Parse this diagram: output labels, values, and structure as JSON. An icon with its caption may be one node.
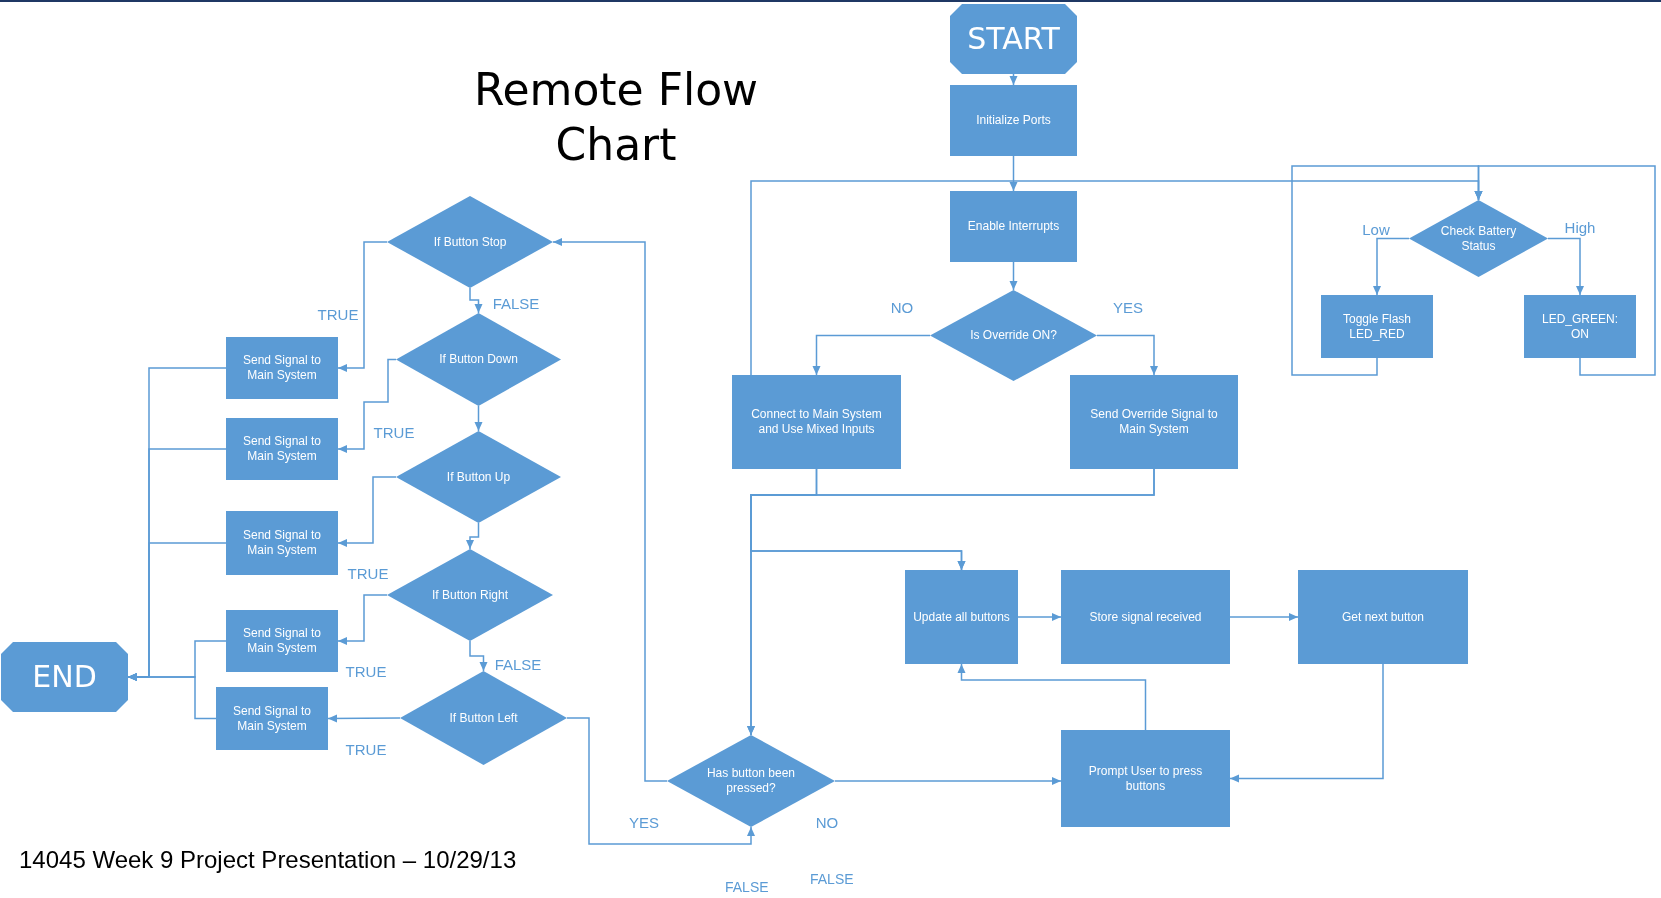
{
  "diagram": {
    "title": "Remote Flow Chart",
    "nodes": [
      {
        "text": [
          "START"
        ]
      },
      {
        "text": [
          "Initialize Ports"
        ]
      },
      {
        "text": [
          "Enable Interrupts"
        ]
      },
      {
        "text": [
          "Is Override ON?"
        ]
      },
      {
        "text": [
          "Connect to Main System and Use Mixed Inputs"
        ]
      },
      {
        "text": [
          "Send Override Signal to Main System"
        ]
      },
      {
        "text": [
          "Check Battery Status"
        ]
      },
      {
        "text": [
          "Toggle Flash LED_RED"
        ]
      },
      {
        "text": [
          "LED_GREEN: ON"
        ]
      },
      {
        "text": [
          "If Button Stop"
        ]
      },
      {
        "text": [
          "If Button Down"
        ]
      },
      {
        "text": [
          "If Button Up"
        ]
      },
      {
        "text": [
          "If Button Right"
        ]
      },
      {
        "text": [
          "If Button Left"
        ]
      },
      {
        "text": [
          "Send Signal to Main System"
        ]
      },
      {
        "text": [
          "Send Signal to Main System"
        ]
      },
      {
        "text": [
          "Send Signal to Main System"
        ]
      },
      {
        "text": [
          "Send Signal to Main System"
        ]
      },
      {
        "text": [
          "Send Signal to Main System"
        ]
      },
      {
        "text": [
          "END"
        ]
      },
      {
        "text": [
          "Update all buttons"
        ]
      },
      {
        "text": [
          "Store signal received"
        ]
      },
      {
        "text": [
          "Get next button"
        ]
      },
      {
        "text": [
          "Has button been pressed?"
        ]
      },
      {
        "text": [
          "Prompt User to press buttons"
        ]
      }
    ],
    "edges": [
      {
        "from": 0,
        "to": 1,
        "arrow": "to"
      },
      {
        "from": 1,
        "to": 2,
        "arrow": "to"
      },
      {
        "from": 2,
        "to": 3,
        "arrow": "to"
      },
      {
        "from": 3,
        "to": 4,
        "arrow": "to",
        "label": "NO"
      },
      {
        "from": 3,
        "to": 5,
        "arrow": "to",
        "label": "YES"
      },
      {
        "from": 4,
        "to": 6,
        "arrow": "to"
      },
      {
        "from": 6,
        "to": 7,
        "arrow": "to",
        "label": "Low"
      },
      {
        "from": 6,
        "to": 8,
        "arrow": "to",
        "label": "High"
      },
      {
        "from": 7,
        "to": 6,
        "arrow": "to"
      },
      {
        "from": 8,
        "to": 6,
        "arrow": "to"
      },
      {
        "from": 4,
        "to": 23,
        "arrow": "to"
      },
      {
        "from": 5,
        "to": 23,
        "arrow": "to"
      },
      {
        "from": 4,
        "to": 20,
        "arrow": "to"
      },
      {
        "from": 5,
        "to": 20,
        "arrow": "to"
      },
      {
        "from": 20,
        "to": 21,
        "arrow": "to"
      },
      {
        "from": 21,
        "to": 22,
        "arrow": "to"
      },
      {
        "from": 22,
        "to": 24,
        "arrow": "to"
      },
      {
        "from": 24,
        "to": 20,
        "arrow": "to"
      },
      {
        "from": 23,
        "to": 24,
        "arrow": "to",
        "label": "NO"
      },
      {
        "from": 23,
        "to": 9,
        "arrow": "to",
        "label": "YES"
      },
      {
        "from": 9,
        "to": 10,
        "arrow": "to",
        "label": "FALSE"
      },
      {
        "from": 10,
        "to": 11,
        "arrow": "to"
      },
      {
        "from": 11,
        "to": 12,
        "arrow": "to"
      },
      {
        "from": 12,
        "to": 13,
        "arrow": "to",
        "label": "FALSE"
      },
      {
        "from": 9,
        "to": 14,
        "arrow": "to",
        "label": "TRUE"
      },
      {
        "from": 10,
        "to": 15,
        "arrow": "to",
        "label": "TRUE"
      },
      {
        "from": 11,
        "to": 16,
        "arrow": "to",
        "label": "TRUE"
      },
      {
        "from": 12,
        "to": 17,
        "arrow": "to",
        "label": "TRUE"
      },
      {
        "from": 13,
        "to": 18,
        "arrow": "to",
        "label": "TRUE"
      },
      {
        "from": 14,
        "to": 19,
        "arrow": "to"
      },
      {
        "from": 15,
        "to": 19,
        "arrow": "to"
      },
      {
        "from": 16,
        "to": 19,
        "arrow": "to"
      },
      {
        "from": 17,
        "to": 19,
        "arrow": "to"
      },
      {
        "from": 18,
        "to": 19,
        "arrow": "to"
      },
      {
        "from": 13,
        "to": 23,
        "arrow": "to"
      }
    ],
    "labels": [
      "14045 Week 9 Project Presentation – 10/29/13",
      "FALSE",
      "FALSE"
    ]
  }
}
